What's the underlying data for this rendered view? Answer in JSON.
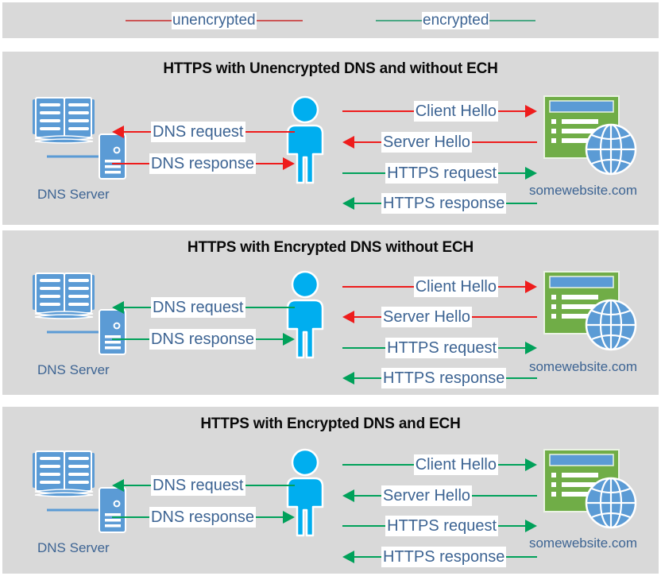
{
  "legend": {
    "items": [
      {
        "id": "unencrypted",
        "label": "unencrypted",
        "color": "#cc5555"
      },
      {
        "id": "encrypted",
        "label": "encrypted",
        "color": "#4aa884"
      }
    ]
  },
  "colors": {
    "panel_background": "#d9d9d9",
    "page_background": "#ffffff",
    "unencrypted_arrow": "#ee1c1c",
    "encrypted_arrow": "#00a15a",
    "label_text": "#3d6493",
    "title_text": "#0a0a0a",
    "person": "#00aeef",
    "book_blue": "#5b9bd5",
    "server_blue": "#5b9bd5",
    "website_green": "#70ad47",
    "titlebar_blue": "#5b9bd5",
    "globe_blue": "#5b9bd5"
  },
  "icons": {
    "dns_server": "dns-server-icon",
    "person": "person-icon",
    "website": "website-icon",
    "globe": "globe-icon",
    "book": "book-icon",
    "server_tower": "server-tower-icon",
    "arrow_right": "arrow-right-icon",
    "arrow_left": "arrow-left-icon"
  },
  "labels": {
    "dns_server": "DNS Server",
    "website": "somewebsite.com"
  },
  "panels": [
    {
      "id": "https-unencrypted-dns-without-ech",
      "title": "HTTPS with Unencrypted DNS and without ECH",
      "dns_flows": [
        {
          "label": "DNS request",
          "direction": "left",
          "encrypted": false
        },
        {
          "label": "DNS response",
          "direction": "right",
          "encrypted": false
        }
      ],
      "web_flows": [
        {
          "label": "Client Hello",
          "direction": "right",
          "encrypted": false
        },
        {
          "label": "Server Hello",
          "direction": "left",
          "encrypted": false
        },
        {
          "label": "HTTPS request",
          "direction": "right",
          "encrypted": true
        },
        {
          "label": "HTTPS response",
          "direction": "left",
          "encrypted": true
        }
      ]
    },
    {
      "id": "https-encrypted-dns-without-ech",
      "title": "HTTPS with Encrypted DNS without ECH",
      "dns_flows": [
        {
          "label": "DNS request",
          "direction": "left",
          "encrypted": true
        },
        {
          "label": "DNS response",
          "direction": "right",
          "encrypted": true
        }
      ],
      "web_flows": [
        {
          "label": "Client Hello",
          "direction": "right",
          "encrypted": false
        },
        {
          "label": "Server Hello",
          "direction": "left",
          "encrypted": false
        },
        {
          "label": "HTTPS request",
          "direction": "right",
          "encrypted": true
        },
        {
          "label": "HTTPS response",
          "direction": "left",
          "encrypted": true
        }
      ]
    },
    {
      "id": "https-encrypted-dns-and-ech",
      "title": "HTTPS with Encrypted DNS and ECH",
      "dns_flows": [
        {
          "label": "DNS request",
          "direction": "left",
          "encrypted": true
        },
        {
          "label": "DNS response",
          "direction": "right",
          "encrypted": true
        }
      ],
      "web_flows": [
        {
          "label": "Client Hello",
          "direction": "right",
          "encrypted": true
        },
        {
          "label": "Server Hello",
          "direction": "left",
          "encrypted": true
        },
        {
          "label": "HTTPS request",
          "direction": "right",
          "encrypted": true
        },
        {
          "label": "HTTPS response",
          "direction": "left",
          "encrypted": true
        }
      ]
    }
  ]
}
